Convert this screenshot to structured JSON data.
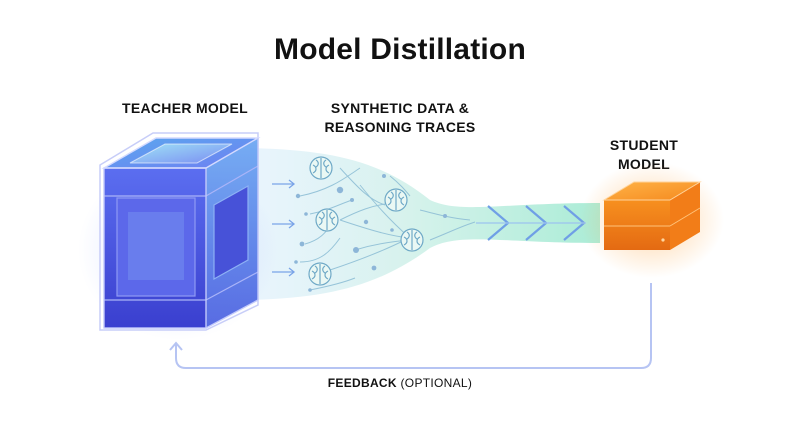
{
  "title": "Model Distillation",
  "teacher": {
    "label": "TEACHER MODEL"
  },
  "synthetic": {
    "line1": "SYNTHETIC DATA &",
    "line2": "REASONING TRACES"
  },
  "student": {
    "line1": "STUDENT",
    "line2": "MODEL"
  },
  "feedback": {
    "bold": "FEEDBACK",
    "rest": " (OPTIONAL)"
  },
  "icons": {
    "teacher_cube": "cube-icon",
    "student_box": "box-icon",
    "brain_nodes": "brain-icon",
    "flow_chevrons": "chevron-right-icon",
    "feedback_arrow": "arrow-up-icon"
  },
  "colors": {
    "teacher_dark": "#3d45d6",
    "teacher_light": "#7fc7f0",
    "student_orange": "#f5821f",
    "flow_teal": "#8fe3c9",
    "flow_blue": "#cfe7fb",
    "feedback_line": "#b9c6f5"
  }
}
